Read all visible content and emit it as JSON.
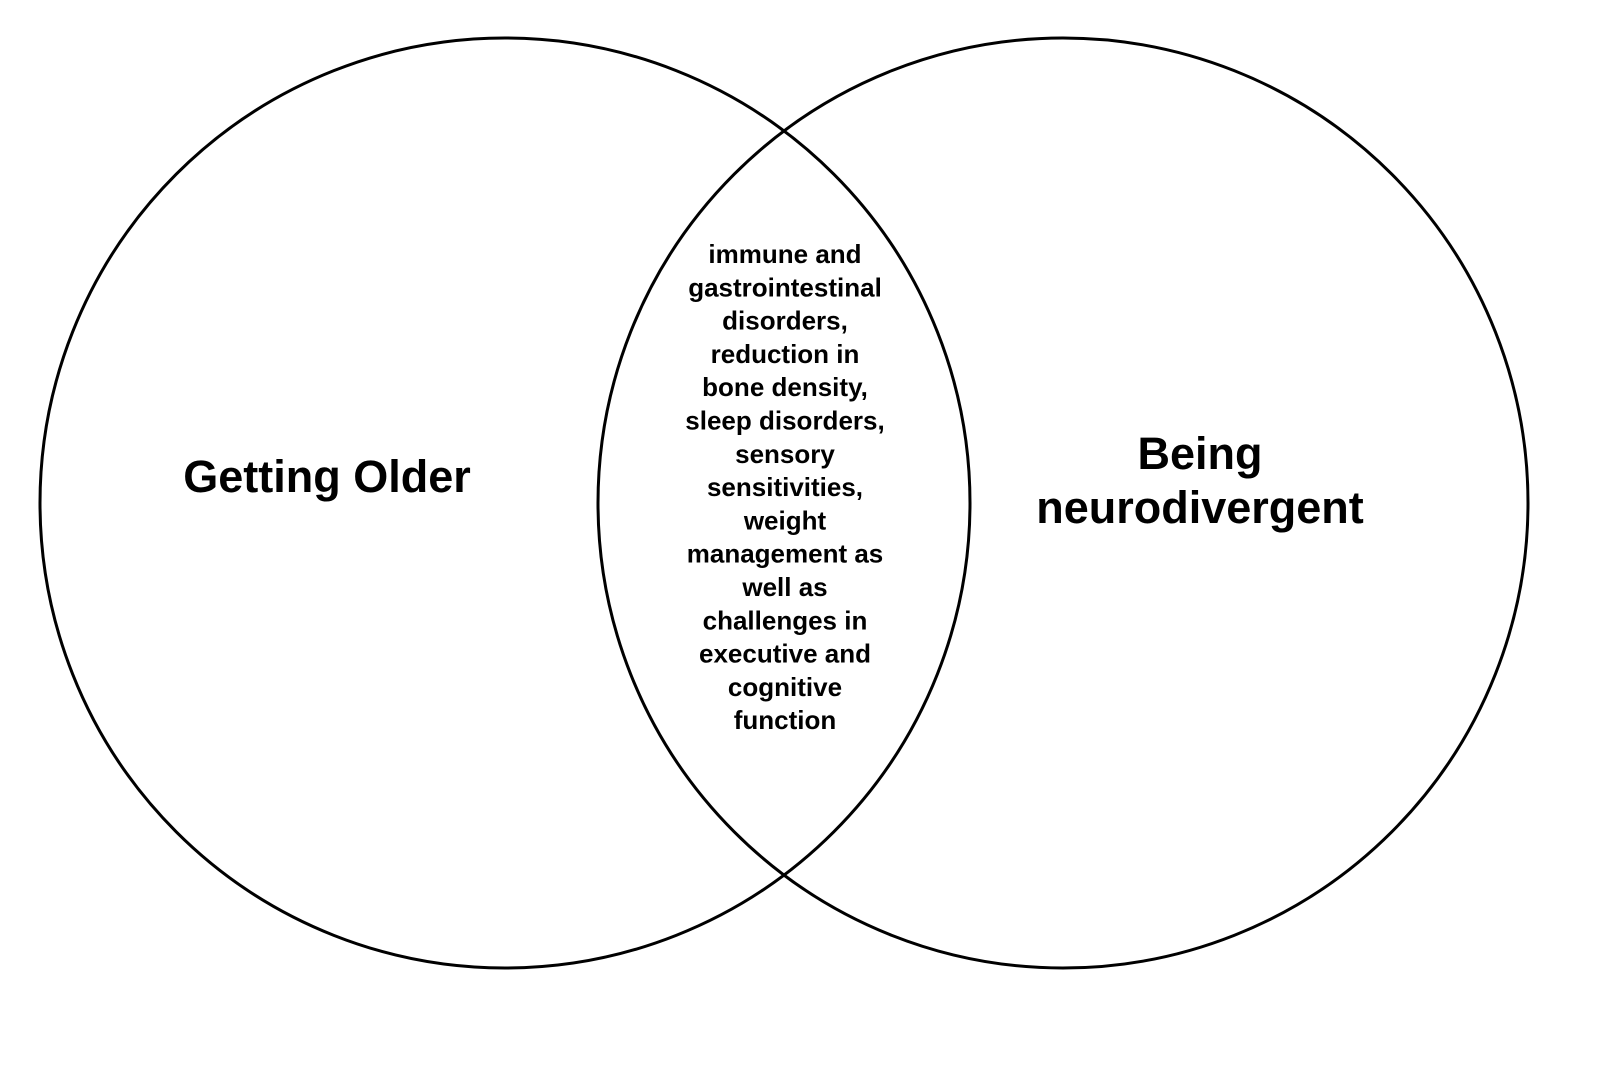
{
  "diagram": {
    "type": "venn",
    "left_set": {
      "label": "Getting Older"
    },
    "right_set": {
      "label_lines": [
        "Being",
        "neurodivergent"
      ]
    },
    "intersection": {
      "lines": [
        "immune and",
        "gastrointestinal",
        "disorders,",
        "reduction in",
        "bone density,",
        "sleep disorders,",
        "sensory",
        "sensitivities,",
        "weight",
        "management as",
        "well as",
        "challenges in",
        "executive and",
        "cognitive",
        "function"
      ]
    },
    "stroke_color": "#000000",
    "background_color": "#ffffff"
  }
}
